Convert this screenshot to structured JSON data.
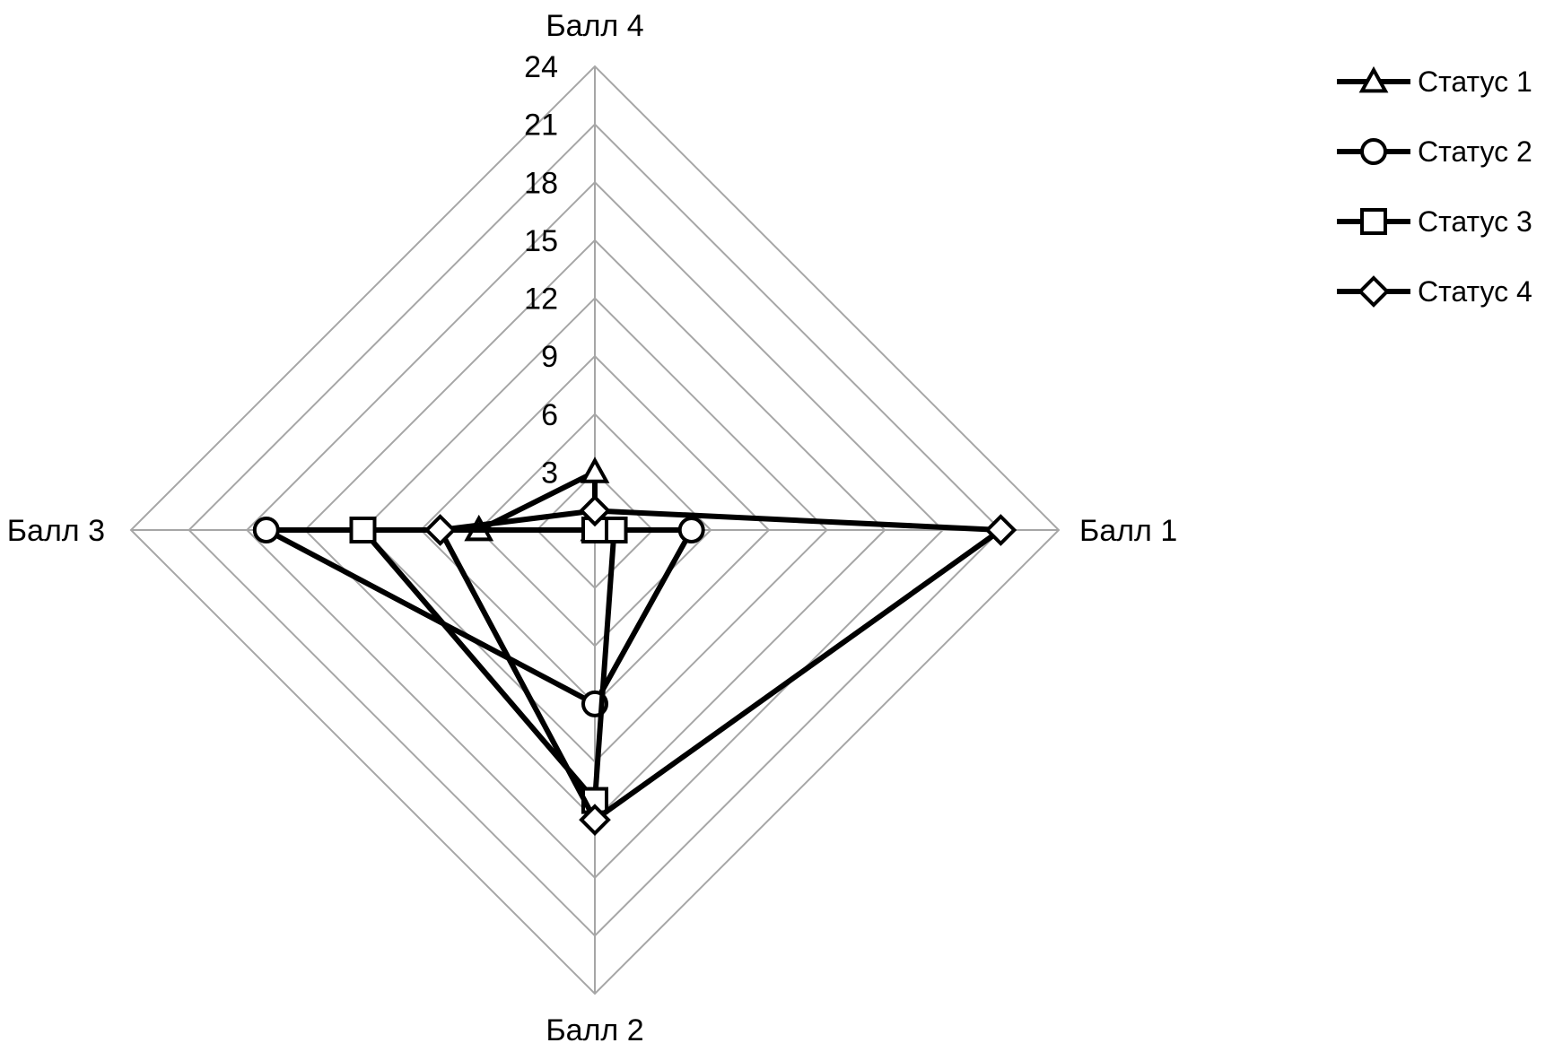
{
  "chart_data": {
    "type": "radar",
    "title": "",
    "categories": [
      "Балл 1",
      "Балл 2",
      "Балл 3",
      "Балл 4"
    ],
    "rlim": [
      0,
      24
    ],
    "ticks": [
      "3",
      "6",
      "9",
      "12",
      "15",
      "18",
      "21",
      "24"
    ],
    "tick_values": [
      3,
      6,
      9,
      12,
      15,
      18,
      21,
      24
    ],
    "grid": true,
    "legend_position": "top-right",
    "series": [
      {
        "name": "Статус 1",
        "marker": "triangle",
        "values": [
          0,
          0,
          6,
          3
        ]
      },
      {
        "name": "Статус 2",
        "marker": "circle",
        "values": [
          5,
          9,
          17,
          0
        ]
      },
      {
        "name": "Статус 3",
        "marker": "square",
        "values": [
          1,
          14,
          12,
          0
        ]
      },
      {
        "name": "Статус 4",
        "marker": "diamond",
        "values": [
          21,
          15,
          8,
          1
        ]
      }
    ],
    "colors": {
      "series": "#000000",
      "grid": "#a6a6a6"
    }
  }
}
